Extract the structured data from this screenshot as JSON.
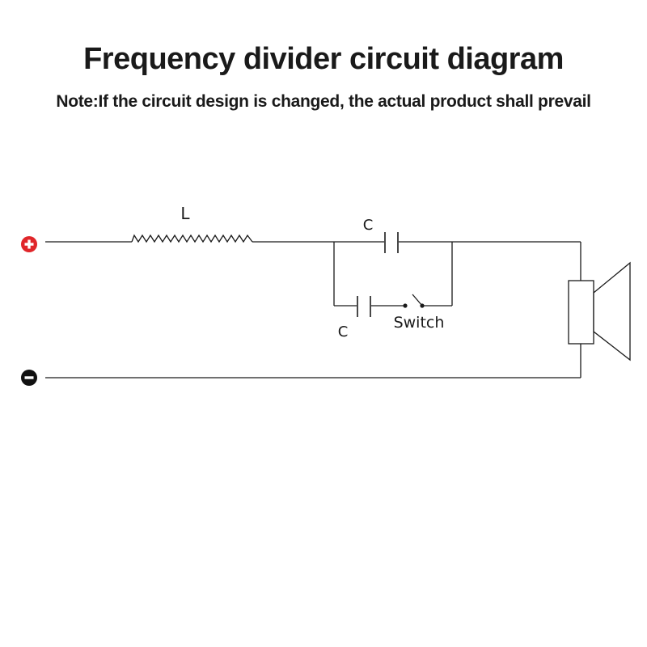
{
  "header": {
    "title": "Frequency divider circuit diagram",
    "note": "Note:If the circuit design is changed, the actual product shall prevail"
  },
  "circuit": {
    "inductor_label": "L",
    "capacitor_top_label": "C",
    "capacitor_bottom_label": "C",
    "switch_label": "Switch",
    "terminal_positive_symbol": "+",
    "terminal_negative_symbol": "−",
    "colors": {
      "wire": "#1a1a1a",
      "positive_terminal": "#e0262a",
      "negative_terminal": "#111111"
    }
  }
}
